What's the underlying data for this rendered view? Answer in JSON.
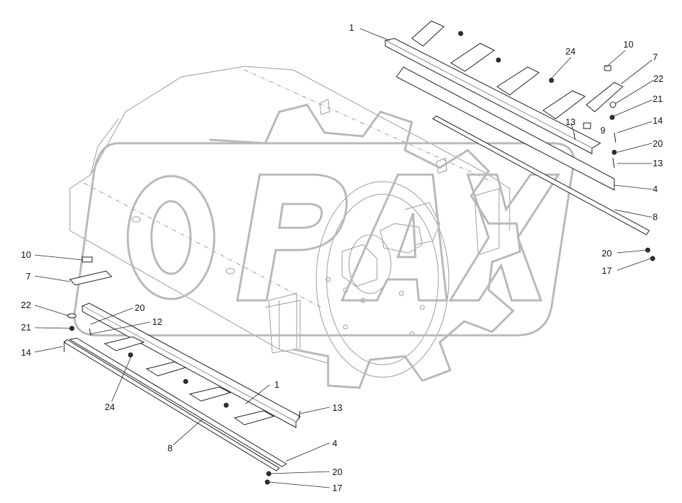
{
  "watermark": {
    "text": "OPAX",
    "color": "#b8b8b8"
  },
  "callouts": {
    "top": [
      {
        "id": "t1",
        "label": "1"
      },
      {
        "id": "t24",
        "label": "24"
      },
      {
        "id": "t10",
        "label": "10"
      },
      {
        "id": "t7",
        "label": "7"
      },
      {
        "id": "t22",
        "label": "22"
      },
      {
        "id": "t21",
        "label": "21"
      },
      {
        "id": "t13a",
        "label": "13"
      },
      {
        "id": "t9",
        "label": "9"
      },
      {
        "id": "t14",
        "label": "14"
      },
      {
        "id": "t20a",
        "label": "20"
      },
      {
        "id": "t13b",
        "label": "13"
      },
      {
        "id": "t4",
        "label": "4"
      },
      {
        "id": "t8",
        "label": "8"
      },
      {
        "id": "t20b",
        "label": "20"
      },
      {
        "id": "t17",
        "label": "17"
      }
    ],
    "bottom": [
      {
        "id": "b10",
        "label": "10"
      },
      {
        "id": "b7",
        "label": "7"
      },
      {
        "id": "b22",
        "label": "22"
      },
      {
        "id": "b20a",
        "label": "20"
      },
      {
        "id": "b21",
        "label": "21"
      },
      {
        "id": "b12",
        "label": "12"
      },
      {
        "id": "b14",
        "label": "14"
      },
      {
        "id": "b1",
        "label": "1"
      },
      {
        "id": "b24",
        "label": "24"
      },
      {
        "id": "b13",
        "label": "13"
      },
      {
        "id": "b8",
        "label": "8"
      },
      {
        "id": "b4",
        "label": "4"
      },
      {
        "id": "b20b",
        "label": "20"
      },
      {
        "id": "b17",
        "label": "17"
      }
    ]
  }
}
